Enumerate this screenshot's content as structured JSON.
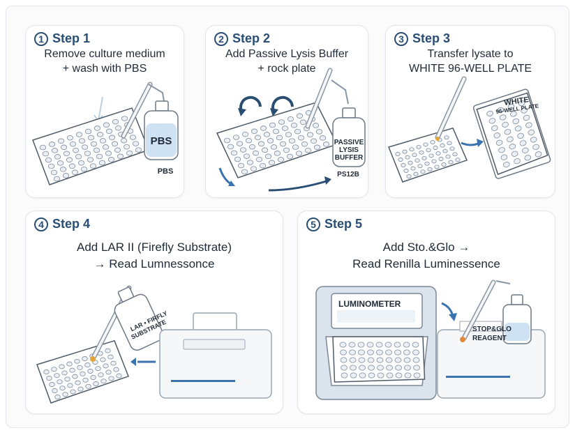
{
  "steps": [
    {
      "number": "1",
      "title": "Step 1",
      "line1": "Remove culture medium",
      "line2": "+ wash with PBS",
      "bottle_label": "PBS",
      "bottle_caption": "PBS"
    },
    {
      "number": "2",
      "title": "Step 2",
      "line1": "Add Passive Lysis Buffer",
      "line2": "+ rock plate",
      "bottle_label_1": "PASSIVE",
      "bottle_label_2": "LYSIS",
      "bottle_label_3": "BUFFER",
      "bottle_caption": "PS12B"
    },
    {
      "number": "3",
      "title": "Step 3",
      "line1": "Transfer lysate to",
      "line2": "WHITE 96-WELL PLATE",
      "plate_label_1": "WHITE",
      "plate_label_2": "96-WELL PLATE"
    },
    {
      "number": "4",
      "title": "Step 4",
      "line1": "Add LAR II (Firefly Substrate)",
      "line2": "→ Read Lumnessonce",
      "bottle_label_1": "LAR • FIRFLY",
      "bottle_label_2": "SUBSTRATE"
    },
    {
      "number": "5",
      "title": "Step 5",
      "line1": "Add Sto.&Glo →",
      "line2": "Read Renilla Luminessence",
      "device_label": "LUMINOMETER",
      "reagent_label_1": "STOP&GLO",
      "reagent_label_2": "REAGENT"
    }
  ],
  "colors": {
    "accent": "#2a4e73",
    "arrow": "#3a73b0",
    "well": "#dfe9f2",
    "device": "#dbe3ec",
    "bottle_liquid": "#cfe2f3"
  }
}
